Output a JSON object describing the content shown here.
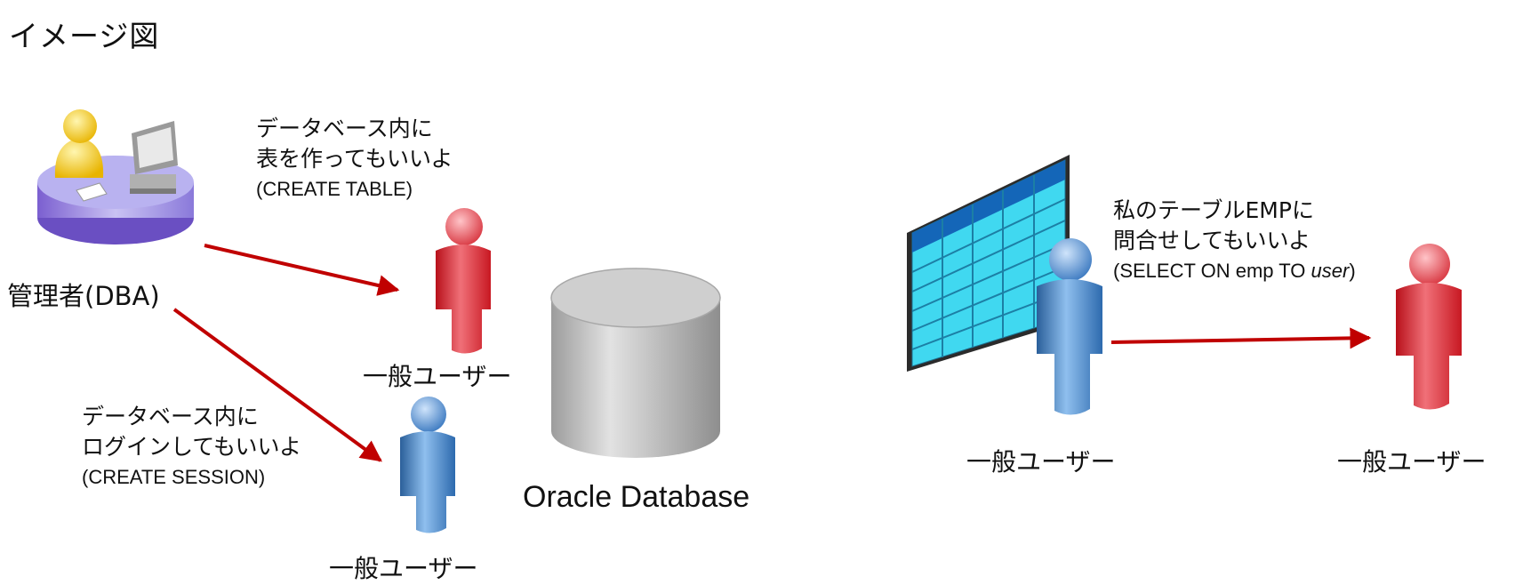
{
  "title": "イメージ図",
  "admin": {
    "label": "管理者(DBA)"
  },
  "grant_table": {
    "line1": "データベース内に",
    "line2": "表を作ってもいいよ",
    "privilege": "(CREATE TABLE)"
  },
  "grant_session": {
    "line1": "データベース内に",
    "line2": "ログインしてもいいよ",
    "privilege": "(CREATE SESSION)"
  },
  "database": {
    "label": "Oracle Database"
  },
  "grant_select": {
    "line1": "私のテーブルEMPに",
    "line2": "問合せしてもいいよ",
    "privilege_prefix": "(SELECT ON emp TO ",
    "privilege_user": "user",
    "privilege_suffix": ")"
  },
  "users": {
    "red_left": "一般ユーザー",
    "blue_left": "一般ユーザー",
    "blue_right": "一般ユーザー",
    "red_right": "一般ユーザー"
  },
  "colors": {
    "arrow": "#c00000",
    "user_red": "#e8505a",
    "user_blue": "#5b9bd5",
    "table_cell": "#40d8f0",
    "admin_desk": "#9b8fe0"
  }
}
